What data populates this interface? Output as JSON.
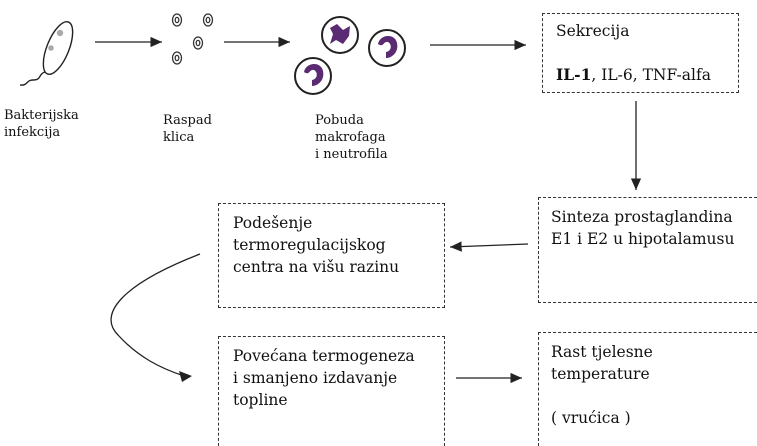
{
  "stages": {
    "bacterial_infection": "Bakterijska\ninfekcija",
    "pathogen_breakdown": "Raspad\nklica",
    "macrophage_activation": "Pobuda\nmakrofaga\ni neutrofila"
  },
  "secretion": {
    "title": "Sekrecija",
    "il1": "IL-1",
    "rest": ", IL-6, TNF-alfa"
  },
  "prostaglandin": "Sinteza prostaglandina\nE1 i E2 u hipotalamusu",
  "thermoregulation": "Podešenje\ntermoregulacijskog\ncentra na višu razinu",
  "thermogenesis": "Povećana termogeneza\ni smanjeno izdavanje\ntopline",
  "temperature": {
    "line": "Rast tjelesne\ntemperature",
    "fever": "( vrućica )"
  },
  "colors": {
    "nucleus": "#5a2a73",
    "line": "#222222"
  },
  "icons": [
    "bacterium-icon",
    "pathogen-fragments-icon",
    "immune-cells-icon"
  ]
}
